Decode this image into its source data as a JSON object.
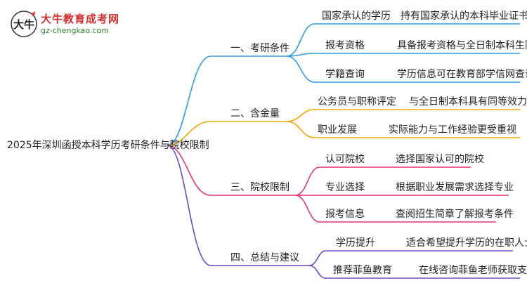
{
  "logo": {
    "title": "大牛教育成考网",
    "url": "gz-chengkao.com"
  },
  "root": "2025年深圳函授本科学历考研条件与院校限制",
  "colors": {
    "branch1": "#2f9be0",
    "branch2": "#f0a500",
    "branch3": "#e0367a",
    "branch4": "#6a48c8"
  },
  "branches": [
    {
      "label": "一、考研条件",
      "children": [
        {
          "topic": "国家承认的学历",
          "detail": "持有国家承认的本科毕业证书"
        },
        {
          "topic": "报考资格",
          "detail": "具备报考资格与全日制本科生同等"
        },
        {
          "topic": "学籍查询",
          "detail": "学历信息可在教育部学信网查询"
        }
      ]
    },
    {
      "label": "二、含金量",
      "children": [
        {
          "topic": "公务员与职称评定",
          "detail": "与全日制本科具有同等效力"
        },
        {
          "topic": "职业发展",
          "detail": "实际能力与工作经验更受重视"
        }
      ]
    },
    {
      "label": "三、院校限制",
      "children": [
        {
          "topic": "认可院校",
          "detail": "选择国家认可的院校"
        },
        {
          "topic": "专业选择",
          "detail": "根据职业发展需求选择专业"
        },
        {
          "topic": "报考信息",
          "detail": "查阅招生简章了解报考条件"
        }
      ]
    },
    {
      "label": "四、总结与建议",
      "children": [
        {
          "topic": "学历提升",
          "detail": "适合希望提升学历的在职人士"
        },
        {
          "topic": "推荐菲鱼教育",
          "detail": "在线咨询菲鱼老师获取支持"
        }
      ]
    }
  ]
}
